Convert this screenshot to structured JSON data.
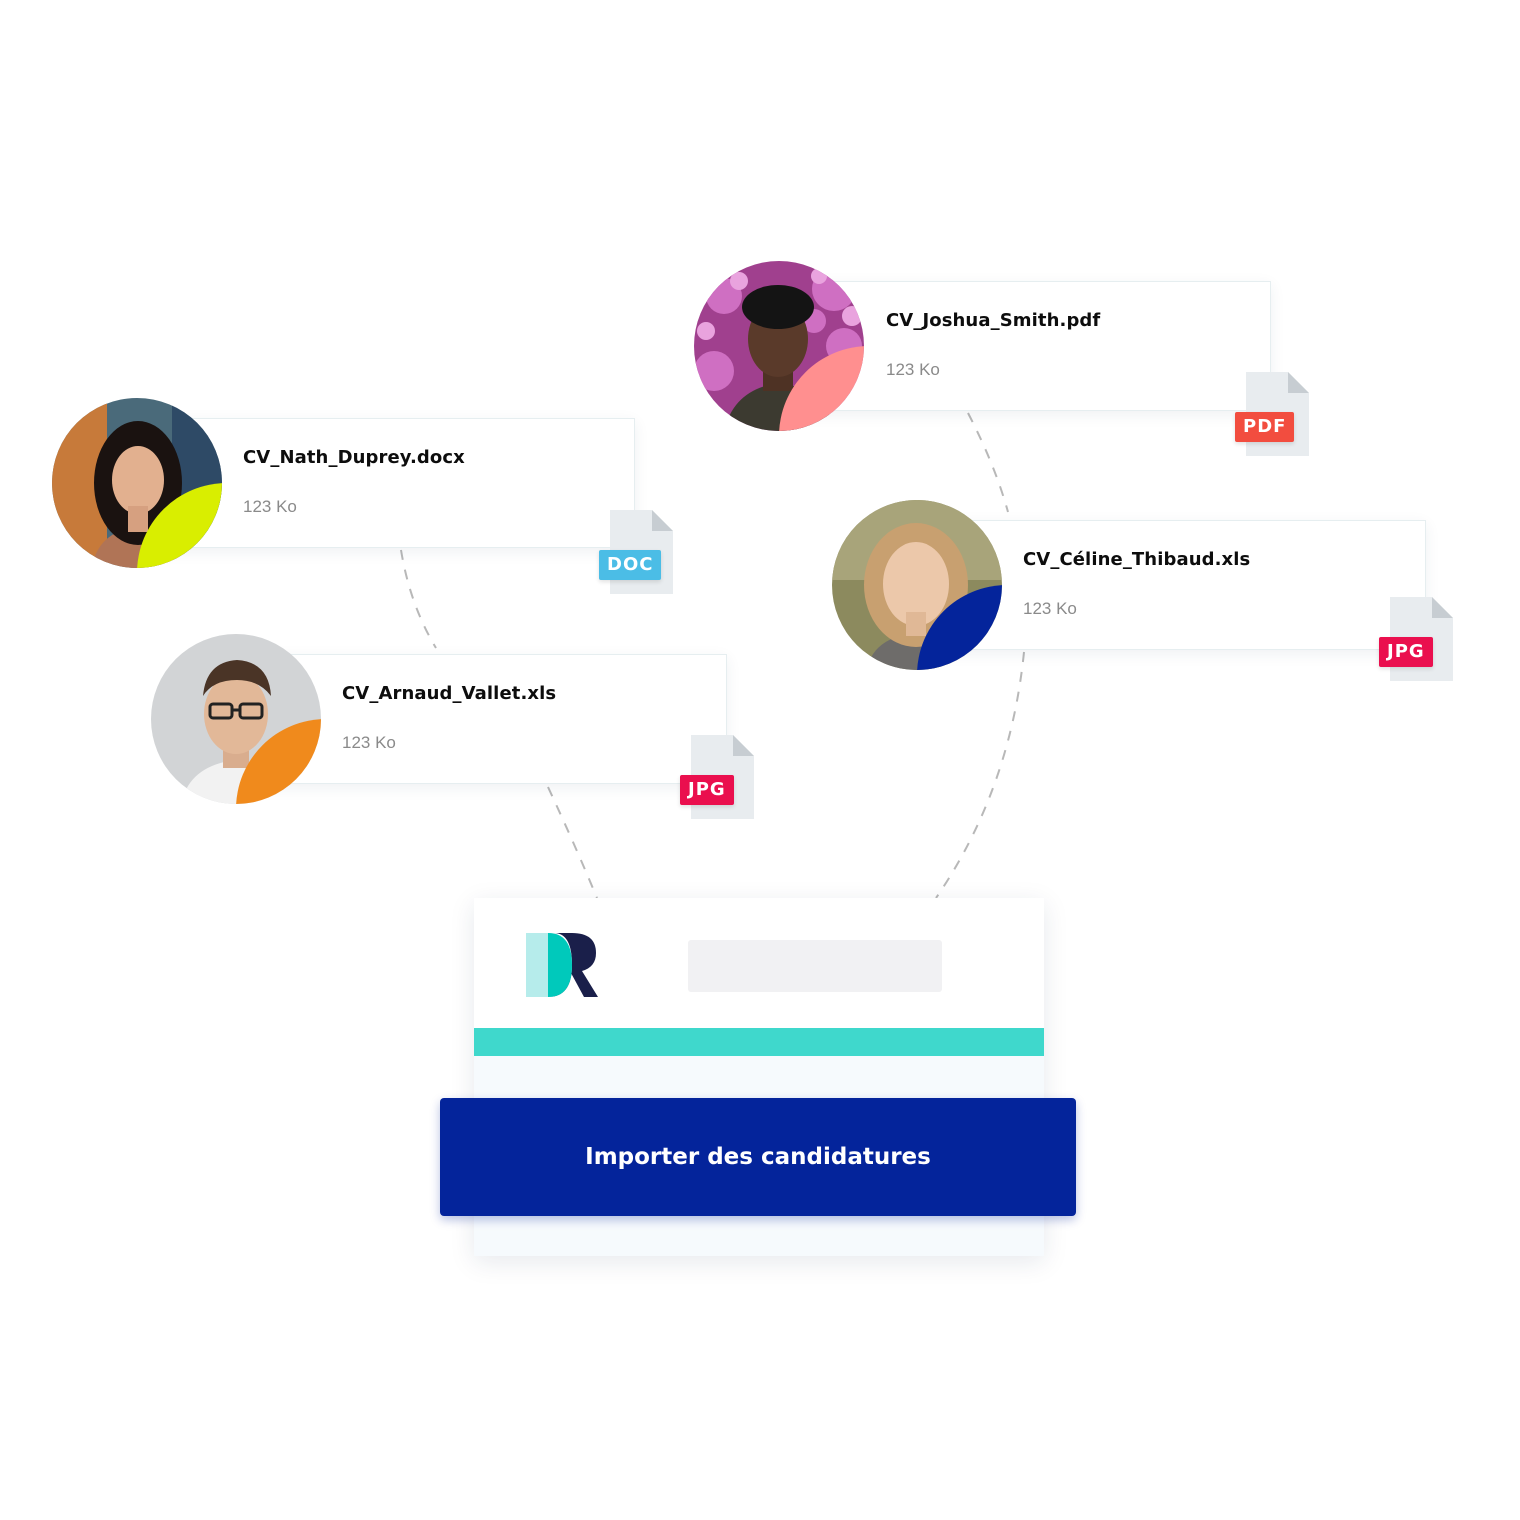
{
  "files": [
    {
      "file_name": "CV_Joshua_Smith.pdf",
      "size": "123 Ko",
      "badge": "PDF",
      "badge_color": "#f24d3f",
      "accent_color": "#ff8f8f"
    },
    {
      "file_name": "CV_Nath_Duprey.docx",
      "size": "123 Ko",
      "badge": "DOC",
      "badge_color": "#4bbde6",
      "accent_color": "#d9ee00"
    },
    {
      "file_name": "CV_Céline_Thibaud.xls",
      "size": "123 Ko",
      "badge": "JPG",
      "badge_color": "#ea0f4e",
      "accent_color": "#04249b"
    },
    {
      "file_name": "CV_Arnaud_Vallet.xls",
      "size": "123 Ko",
      "badge": "JPG",
      "badge_color": "#ea0f4e",
      "accent_color": "#f08a1c"
    }
  ],
  "app": {
    "import_button_label": "Importer des candidatures",
    "accent_bar_color": "#3fd8cc",
    "button_color": "#04249b"
  }
}
